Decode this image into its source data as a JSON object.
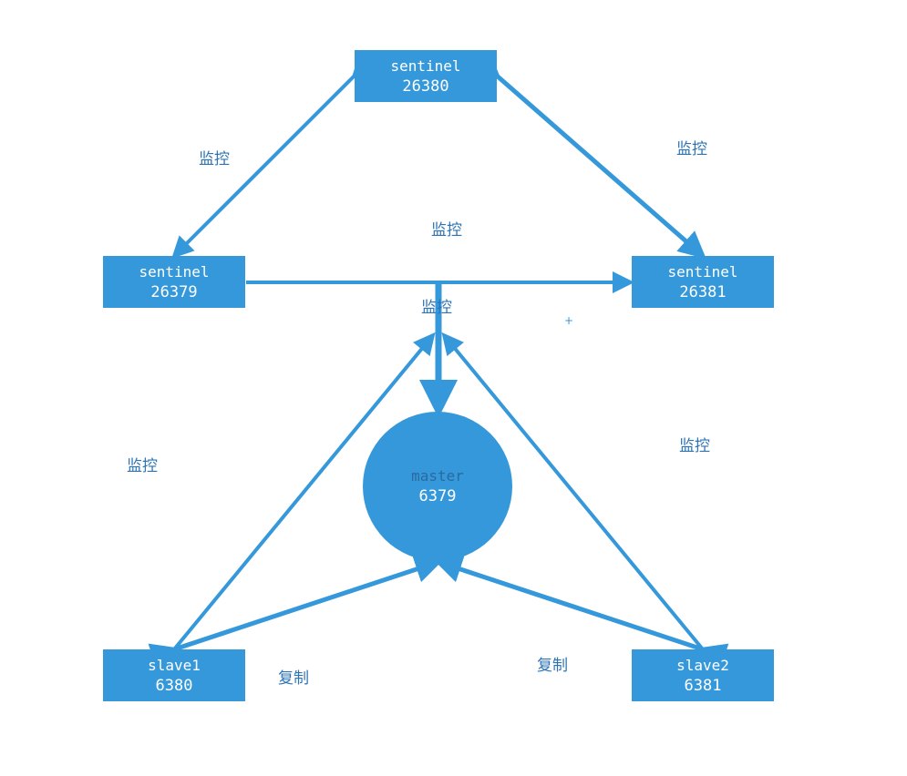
{
  "nodes": {
    "sentinel_top": {
      "name": "sentinel",
      "port": "26380"
    },
    "sentinel_left": {
      "name": "sentinel",
      "port": "26379"
    },
    "sentinel_right": {
      "name": "sentinel",
      "port": "26381"
    },
    "master": {
      "name": "master",
      "port": "6379"
    },
    "slave1": {
      "name": "slave1",
      "port": "6380"
    },
    "slave2": {
      "name": "slave2",
      "port": "6381"
    }
  },
  "labels": {
    "monitor": "监控",
    "replicate": "复制"
  },
  "colors": {
    "node_fill": "#3598db",
    "edge": "#3598db",
    "label_text": "#2e74b5",
    "node_text": "#ffffff"
  },
  "cursor_glyph": "+"
}
